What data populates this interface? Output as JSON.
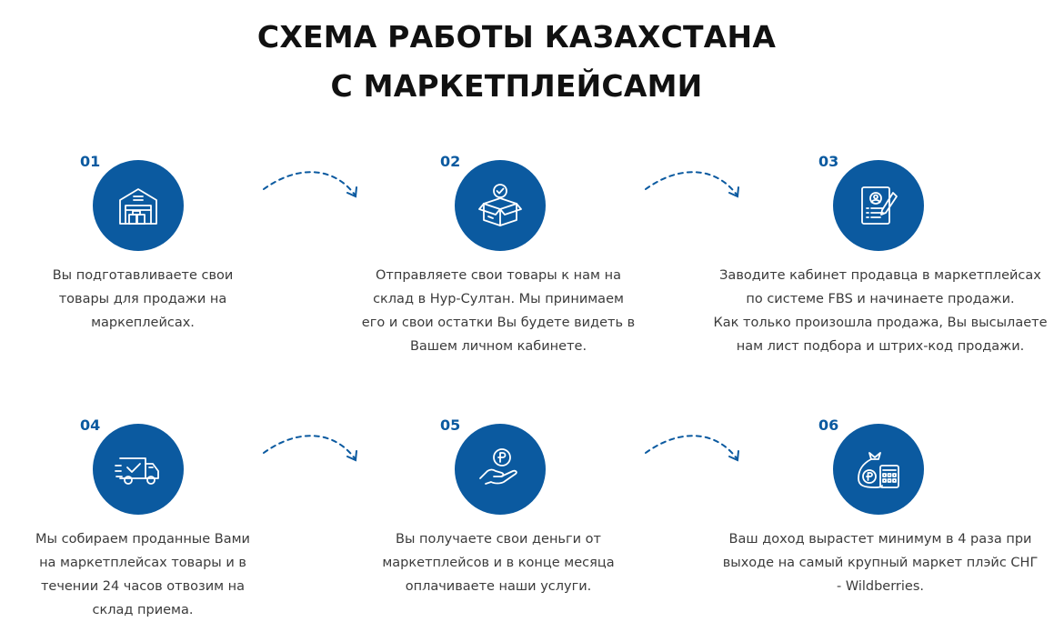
{
  "title": {
    "line1": "СХЕМА РАБОТЫ КАЗАХСТАНА",
    "line2": "С МАРКЕТПЛЕЙСАМИ"
  },
  "colors": {
    "accent": "#0b5aa0",
    "title": "#111111",
    "text": "#3b3b3b"
  },
  "steps": [
    {
      "number": "01",
      "icon": "warehouse-icon",
      "lines": [
        "Вы подготавливаете свои",
        "товары для продажи на",
        "маркеплейсах."
      ]
    },
    {
      "number": "02",
      "icon": "box-check-icon",
      "lines": [
        "Отправляете свои товары к нам на",
        "склад в Нур-Султан. Мы принимаем",
        "его и свои остатки Вы будете видеть в",
        "Вашем личном кабинете."
      ]
    },
    {
      "number": "03",
      "icon": "seller-profile-document-icon",
      "lines": [
        "Заводите кабинет продавца в маркетплейсах",
        "по системе FBS и начинаете продажи.",
        "Как только произошла продажа, Вы высылаете",
        "нам лист подбора и штрих-код продажи."
      ]
    },
    {
      "number": "04",
      "icon": "delivery-truck-icon",
      "lines": [
        "Мы собираем проданные Вами",
        "на маркетплейсах товары и в",
        "течении 24 часов отвозим на",
        "склад приема."
      ]
    },
    {
      "number": "05",
      "icon": "hand-ruble-coin-icon",
      "lines": [
        "Вы получаете свои деньги от",
        "маркетплейсов и в конце месяца",
        "оплачиваете наши услуги."
      ]
    },
    {
      "number": "06",
      "icon": "money-bag-calculator-icon",
      "lines": [
        "Ваш доход вырастет минимум в 4 раза при",
        "выходе на самый крупный маркет плэйс СНГ",
        "- Wildberries."
      ]
    }
  ]
}
